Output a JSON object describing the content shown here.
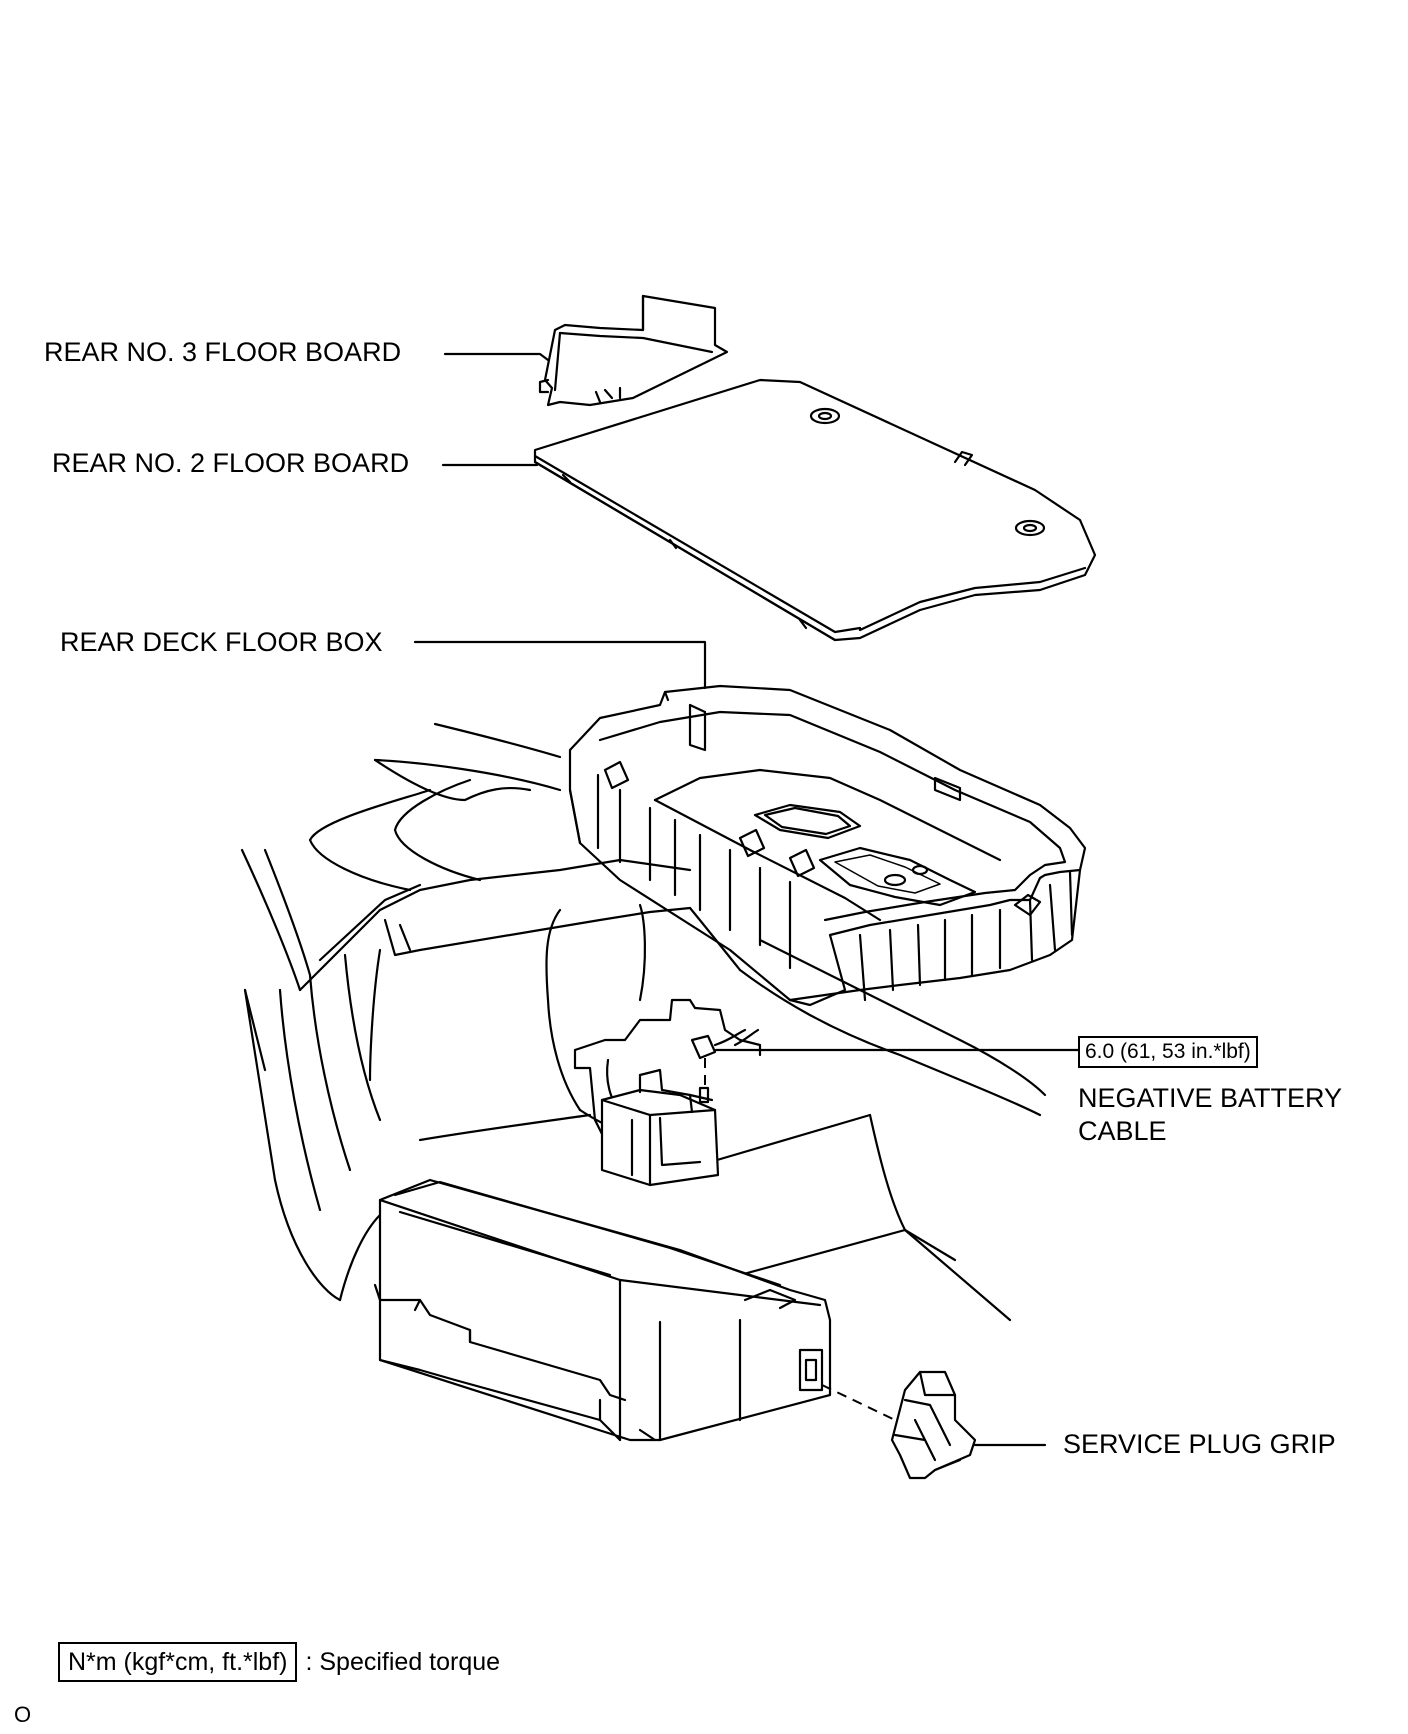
{
  "labels": {
    "rear_no3_floor_board": "REAR NO. 3 FLOOR BOARD",
    "rear_no2_floor_board": "REAR NO. 2 FLOOR BOARD",
    "rear_deck_floor_box": "REAR DECK FLOOR BOX",
    "negative_battery_cable_line1": "NEGATIVE BATTERY",
    "negative_battery_cable_line2": "CABLE",
    "service_plug_grip": "SERVICE PLUG GRIP"
  },
  "torque": {
    "negative_battery_cable": "6.0 (61, 53 in.*lbf)"
  },
  "legend": {
    "unit_box": "N*m (kgf*cm, ft.*lbf)",
    "description": ": Specified torque"
  },
  "footer": {
    "corner_mark": "O"
  }
}
